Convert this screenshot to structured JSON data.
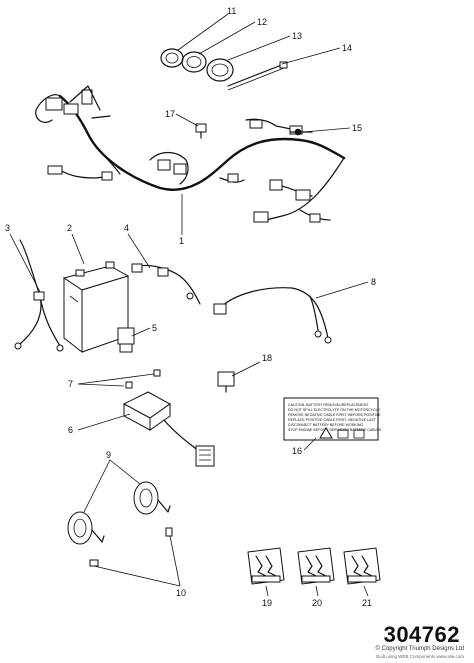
{
  "diagram": {
    "callouts": [
      "1",
      "2",
      "3",
      "4",
      "5",
      "6",
      "7",
      "8",
      "9",
      "10",
      "11",
      "12",
      "13",
      "14",
      "15",
      "16",
      "17",
      "18",
      "19",
      "20",
      "21"
    ],
    "warning_label": {
      "lines": [
        "CAUTION: BATTERY REMOVAL/REPLACEMENT",
        "DO NOT SPILL ELECTROLYTE ON THE MOTORCYCLE",
        "REMOVE NEGATIVE CABLE FIRST, BEFORE POSITIVE",
        "REPLACE POSITIVE CABLE FIRST, NEGATIVE LAST",
        "DISCONNECT BATTERY BEFORE WORKING",
        "STOP ENGINE BEFORE SERVICING BATTERY CABLES"
      ]
    }
  },
  "footer": {
    "reference_number": "304762",
    "copyright": "© Copyright Triumph Designs Ltd",
    "copyright_sub": "Built using WEB Components  www.site.com"
  }
}
